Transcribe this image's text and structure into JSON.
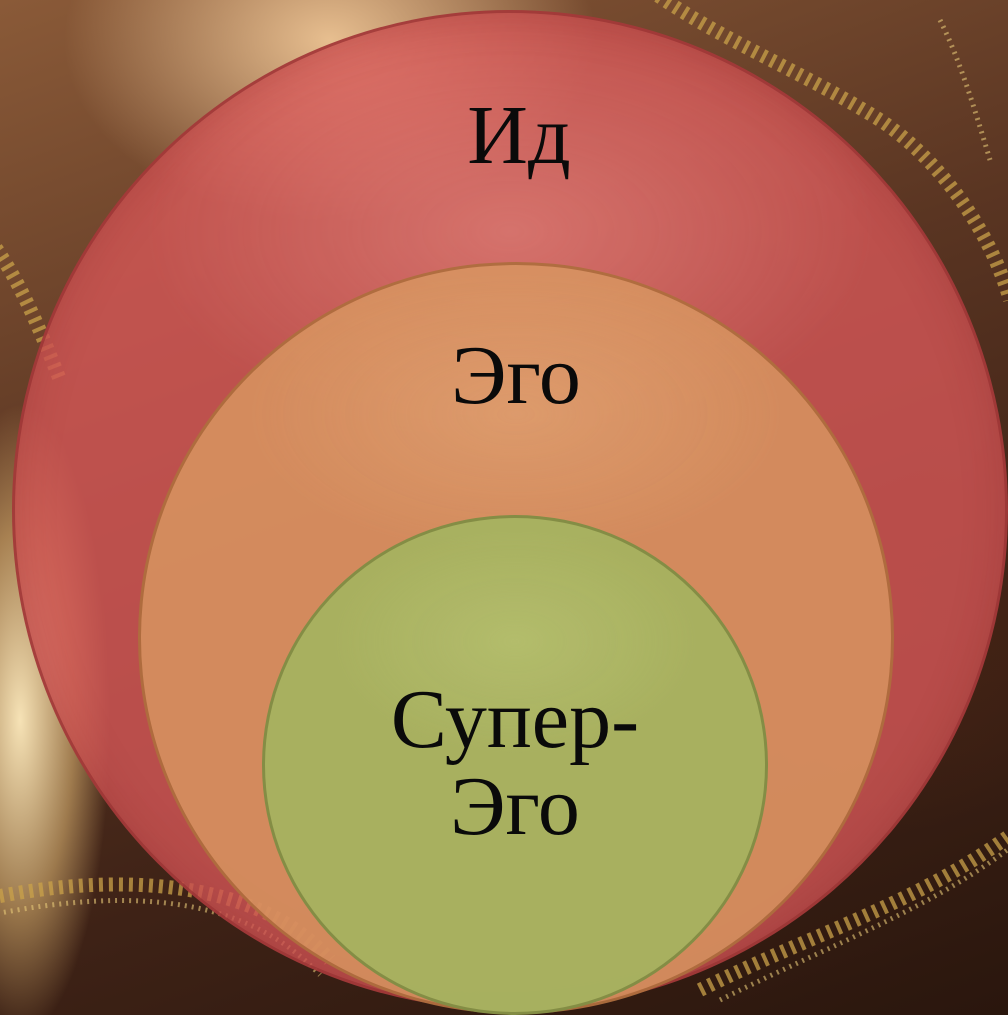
{
  "diagram": {
    "outer": {
      "label": "Ид",
      "color": "#d65858"
    },
    "middle": {
      "label": "Эго",
      "color": "#d89660"
    },
    "inner": {
      "label_line1": "Супер-",
      "label_line2": "Эго",
      "color": "#a6b260"
    }
  }
}
